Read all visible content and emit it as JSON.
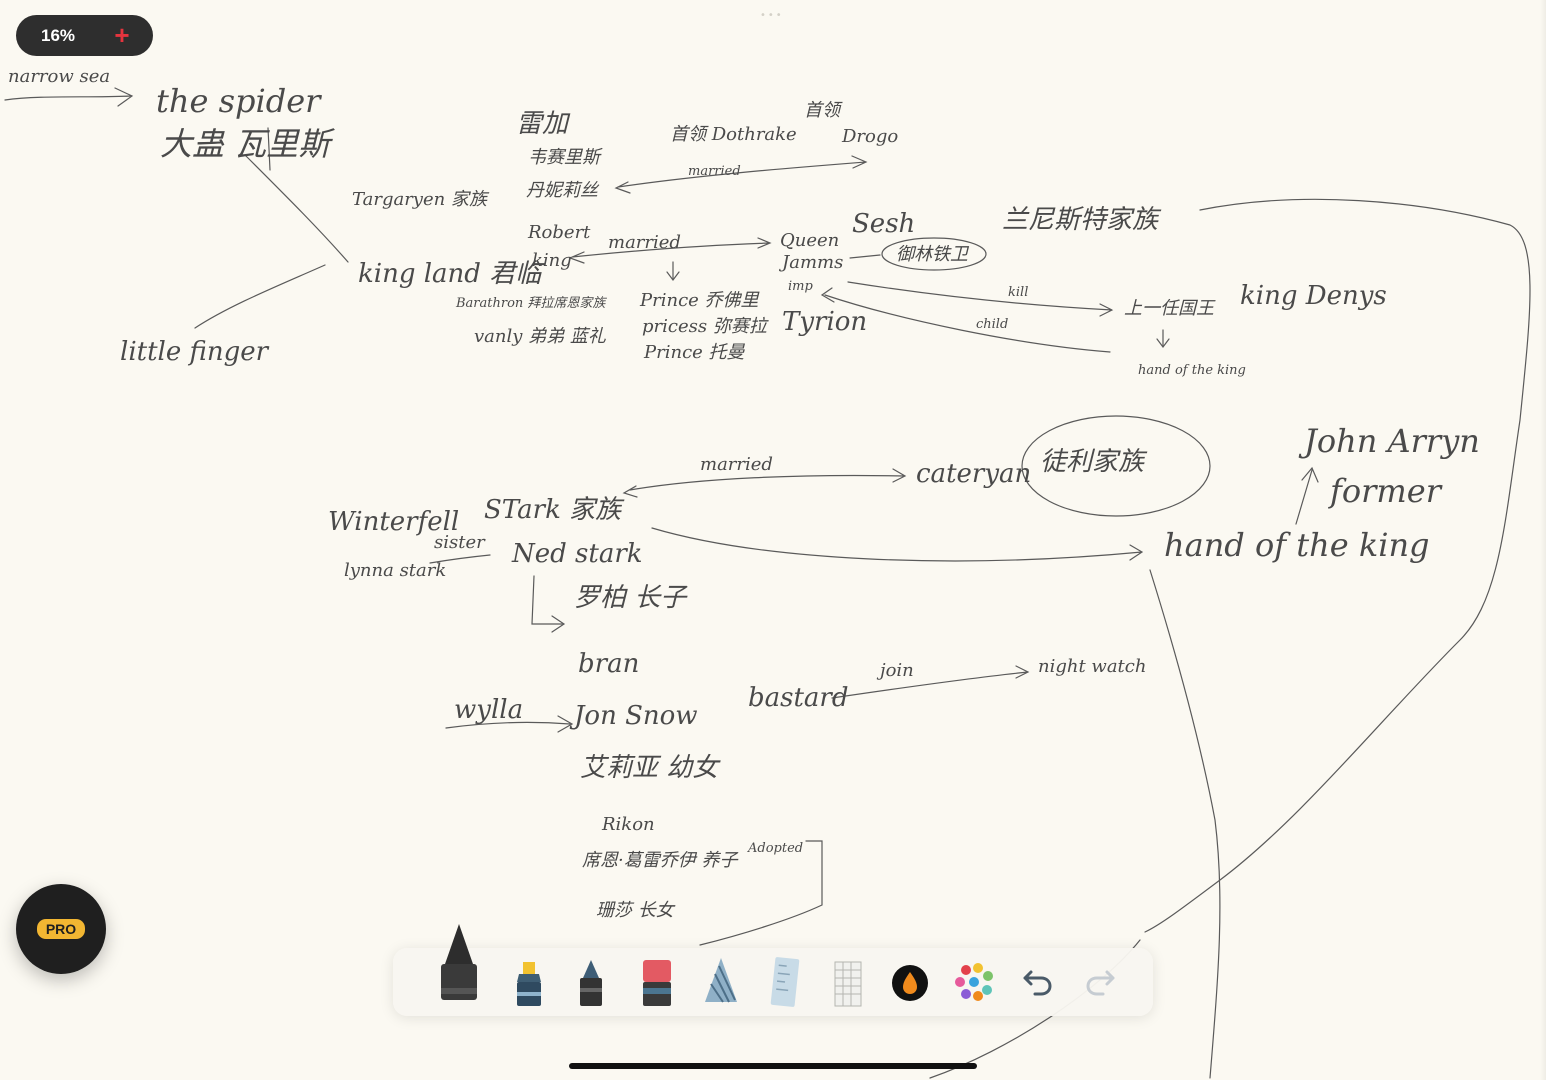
{
  "zoom": {
    "level": "16%",
    "add_icon": "plus-icon",
    "add_color": "#e5343e"
  },
  "pro": {
    "label": "PRO",
    "badge_color": "#f2b632"
  },
  "toolbar": {
    "tools": [
      "pen-tool-icon",
      "highlighter-icon",
      "fineliner-icon",
      "eraser-icon",
      "pencil-icon",
      "ruler-icon",
      "grid-lasso-icon",
      "color-picker-icon",
      "palette-icon",
      "undo-icon",
      "redo-icon"
    ],
    "active_color": "#f08a1c"
  },
  "notes": {
    "narrow_sea": "narrow sea",
    "the_spider": "the spider",
    "spider_cn": "大蛊 瓦里斯",
    "little_finger": "little finger",
    "targaryen": "Targaryen 家族",
    "names_cn_1": "雷加",
    "names_cn_2": "韦赛里斯",
    "names_cn_3": "丹妮莉丝",
    "dothrake": "首领 Dothrake",
    "drogo": "Drogo",
    "chieftain": "首领",
    "married_small": "married",
    "kingland": "king land 君临",
    "robert": "Robert",
    "king": "king",
    "married_1": "married",
    "queen": "Queen",
    "james": "Jamms",
    "imp": "imp",
    "tyrion": "Tyrion",
    "sesh": "Sesh",
    "circle_cn": "御林铁卫",
    "lannister": "兰尼斯特家族",
    "baratheon": "Barathron 拜拉席恩家族",
    "brother": "vanly 弟弟 蓝礼",
    "prince_1": "Prince 乔佛里",
    "princess": "pricess 弥赛拉",
    "prince_2": "Prince 托曼",
    "kill": "kill",
    "child": "child",
    "last_king": "上一任国王",
    "king_denys": "king Denys",
    "hand_of_king_small": "hand of the king",
    "winterfell": "Winterfell",
    "stark": "STark 家族",
    "married_2": "married",
    "caterlyn": "cateryan",
    "tully": "徒利家族",
    "lynna": "lynna stark",
    "sister": "sister",
    "ned_stark": "Ned stark",
    "robb": "罗柏 长子",
    "john_arryn": "John Arryn",
    "former": "former",
    "hand_of_king": "hand of the king",
    "bran": "bran",
    "wylla": "wylla",
    "jon_snow": "Jon Snow",
    "bastard": "bastard",
    "join": "join",
    "night_watch": "night watch",
    "arya": "艾莉亚 幼女",
    "rikon": "Rikon",
    "theon": "席恩·葛雷乔伊 养子",
    "adopted": "Adopted",
    "sansa": "珊莎 长女"
  }
}
